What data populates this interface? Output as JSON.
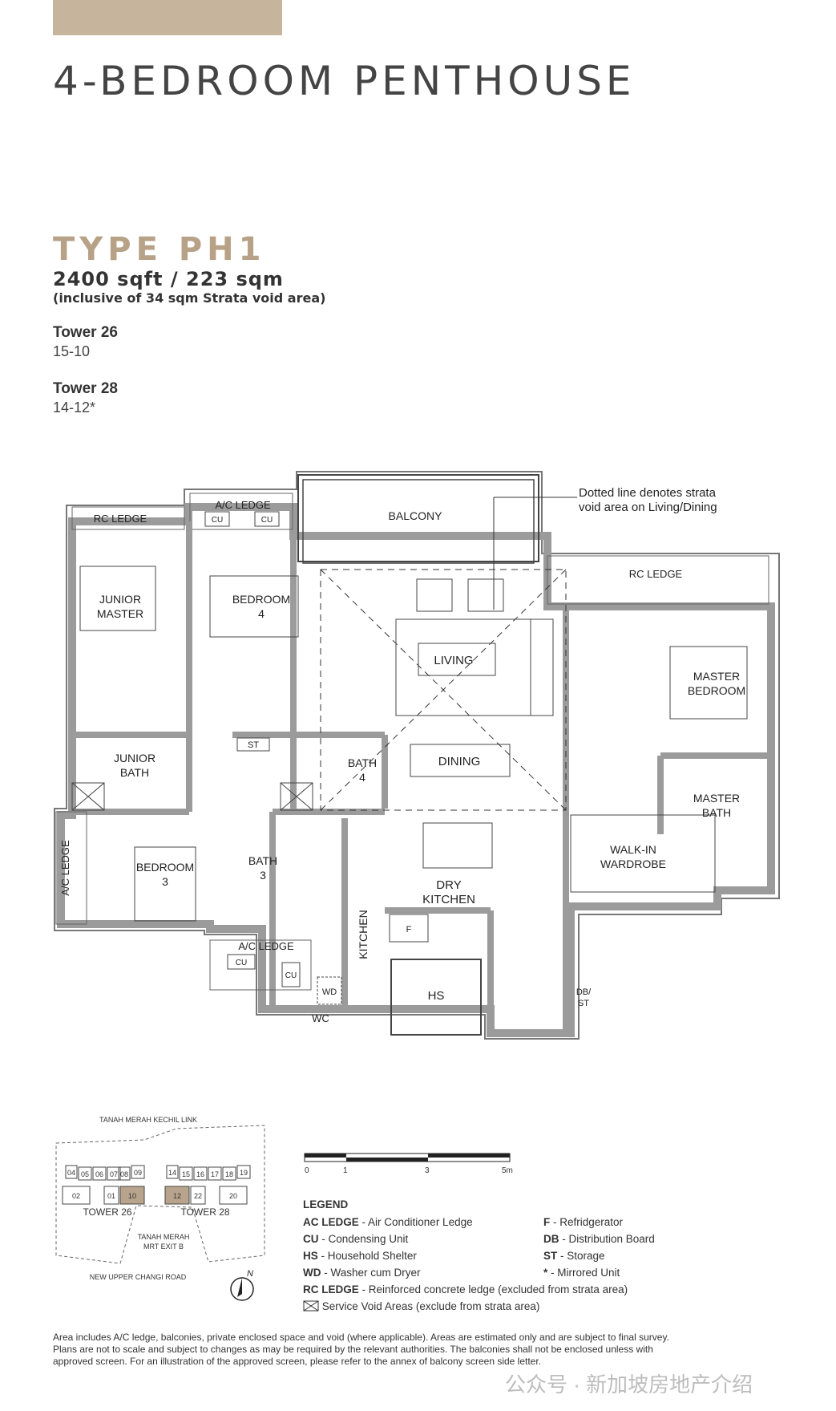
{
  "header": {
    "title": "4-BEDROOM PENTHOUSE",
    "type": "TYPE PH1",
    "area": "2400 sqft / 223 sqm",
    "area_note": "(inclusive of 34 sqm Strata void area)"
  },
  "towers": [
    {
      "label": "Tower 26",
      "units": "15-10"
    },
    {
      "label": "Tower 28",
      "units": "14-12*"
    }
  ],
  "plan": {
    "strata_note_line1": "Dotted line denotes strata",
    "strata_note_line2": "void area on Living/Dining",
    "rooms": {
      "rc_ledge_left": "RC LEDGE",
      "ac_ledge_top": "A/C LEDGE",
      "cu": "CU",
      "balcony": "BALCONY",
      "rc_ledge_right": "RC LEDGE",
      "junior_master_1": "JUNIOR",
      "junior_master_2": "MASTER",
      "bedroom4_1": "BEDROOM",
      "bedroom4_2": "4",
      "living": "LIVING",
      "master_bedroom_1": "MASTER",
      "master_bedroom_2": "BEDROOM",
      "junior_bath_1": "JUNIOR",
      "junior_bath_2": "BATH",
      "st": "ST",
      "bath4_1": "BATH",
      "bath4_2": "4",
      "dining": "DINING",
      "master_bath_1": "MASTER",
      "master_bath_2": "BATH",
      "walkin_1": "WALK-IN",
      "walkin_2": "WARDROBE",
      "ac_ledge_left": "A/C LEDGE",
      "bedroom3_1": "BEDROOM",
      "bedroom3_2": "3",
      "bath3_1": "BATH",
      "bath3_2": "3",
      "dry_kitchen_1": "DRY",
      "dry_kitchen_2": "KITCHEN",
      "kitchen": "KITCHEN",
      "f": "F",
      "ac_ledge_bottom": "A/C LEDGE",
      "wd": "WD",
      "wc": "WC",
      "hs": "HS",
      "db": "DB/",
      "st2": "ST"
    }
  },
  "siteplan": {
    "road_top": "TANAH MERAH KECHIL LINK",
    "road_bottom": "NEW UPPER CHANGI ROAD",
    "mrt_1": "TANAH MERAH",
    "mrt_2": "MRT EXIT B",
    "tower26": "TOWER 26",
    "tower28": "TOWER 28",
    "north": "N",
    "units_26_top": [
      "04",
      "05",
      "06",
      "07",
      "08",
      "09"
    ],
    "units_26_bottom": [
      "02",
      "01",
      "10"
    ],
    "units_28_top": [
      "14",
      "15",
      "16",
      "17",
      "18",
      "19"
    ],
    "units_28_bottom": [
      "12",
      "22",
      "20"
    ]
  },
  "scale": {
    "ticks": [
      "0",
      "1",
      "3",
      "5m"
    ]
  },
  "legend": {
    "title": "LEGEND",
    "items_left": [
      {
        "abbr": "AC LEDGE",
        "desc": " - Air Conditioner Ledge"
      },
      {
        "abbr": "CU",
        "desc": " - Condensing Unit"
      },
      {
        "abbr": "HS",
        "desc": " - Household Shelter"
      },
      {
        "abbr": "WD",
        "desc": " - Washer cum Dryer"
      },
      {
        "abbr": "RC LEDGE",
        "desc": " - Reinforced concrete ledge (excluded from strata area)"
      }
    ],
    "items_right": [
      {
        "abbr": "F",
        "desc": " - Refridgerator"
      },
      {
        "abbr": "DB",
        "desc": " - Distribution Board"
      },
      {
        "abbr": "ST",
        "desc": " - Storage"
      },
      {
        "abbr": "*",
        "desc": " - Mirrored Unit"
      }
    ],
    "void": "Service Void Areas (exclude from strata area)"
  },
  "footnote": [
    "Area includes A/C ledge, balconies, private enclosed space and void (where applicable). Areas are estimated only and are subject to final survey.",
    "Plans are not to scale and subject to changes as may be required by the relevant authorities. The balconies shall not be enclosed unless with",
    "approved screen. For an illustration of the approved screen, please refer to the annex of balcony screen side letter."
  ],
  "watermark": "公众号 · 新加坡房地产介绍",
  "colors": {
    "accent": "#c6b49c",
    "type_title": "#b7a187",
    "wall": "#9b9b9b",
    "unit_highlight": "#b8a48c"
  }
}
